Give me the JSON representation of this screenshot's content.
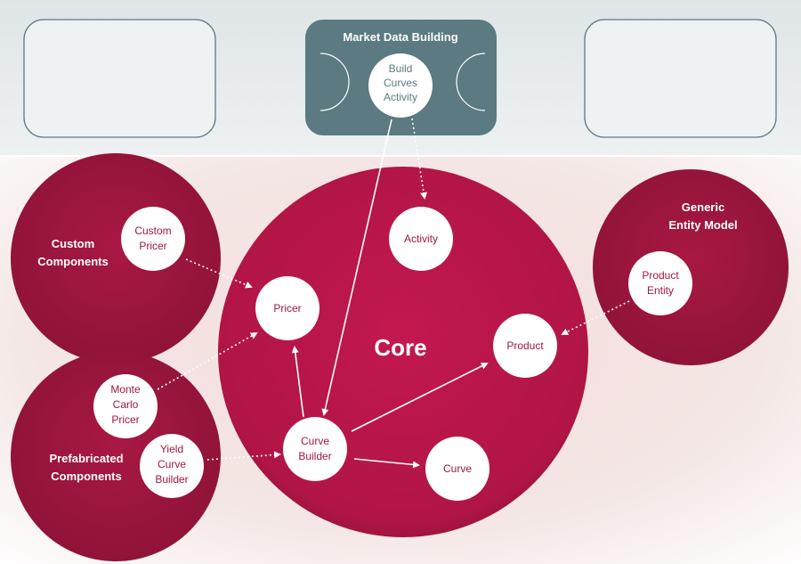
{
  "top_band": {
    "market_data_building": {
      "title": "Market Data Building",
      "node": [
        "Build",
        "Curves",
        "Activity"
      ]
    }
  },
  "core": {
    "title": "Core",
    "nodes": {
      "activity": [
        "Activity"
      ],
      "pricer": [
        "Pricer"
      ],
      "product": [
        "Product"
      ],
      "curve_builder": [
        "Curve",
        "Builder"
      ],
      "curve": [
        "Curve"
      ]
    }
  },
  "custom_components": {
    "title": [
      "Custom",
      "Components"
    ],
    "node": [
      "Custom",
      "Pricer"
    ]
  },
  "prefabricated_components": {
    "title": [
      "Prefabricated",
      "Components"
    ],
    "monte_carlo_pricer": [
      "Monte",
      "Carlo",
      "Pricer"
    ],
    "yield_curve_builder": [
      "Yield",
      "Curve",
      "Builder"
    ]
  },
  "generic_entity_model": {
    "title": [
      "Generic",
      "Entity Model"
    ],
    "node": [
      "Product",
      "Entity"
    ]
  },
  "colors": {
    "crimson": "#a0173f",
    "core": "#b8164a",
    "slate": "#5b7a82",
    "band": "#e6ebec",
    "node_text": "#a0173f"
  }
}
